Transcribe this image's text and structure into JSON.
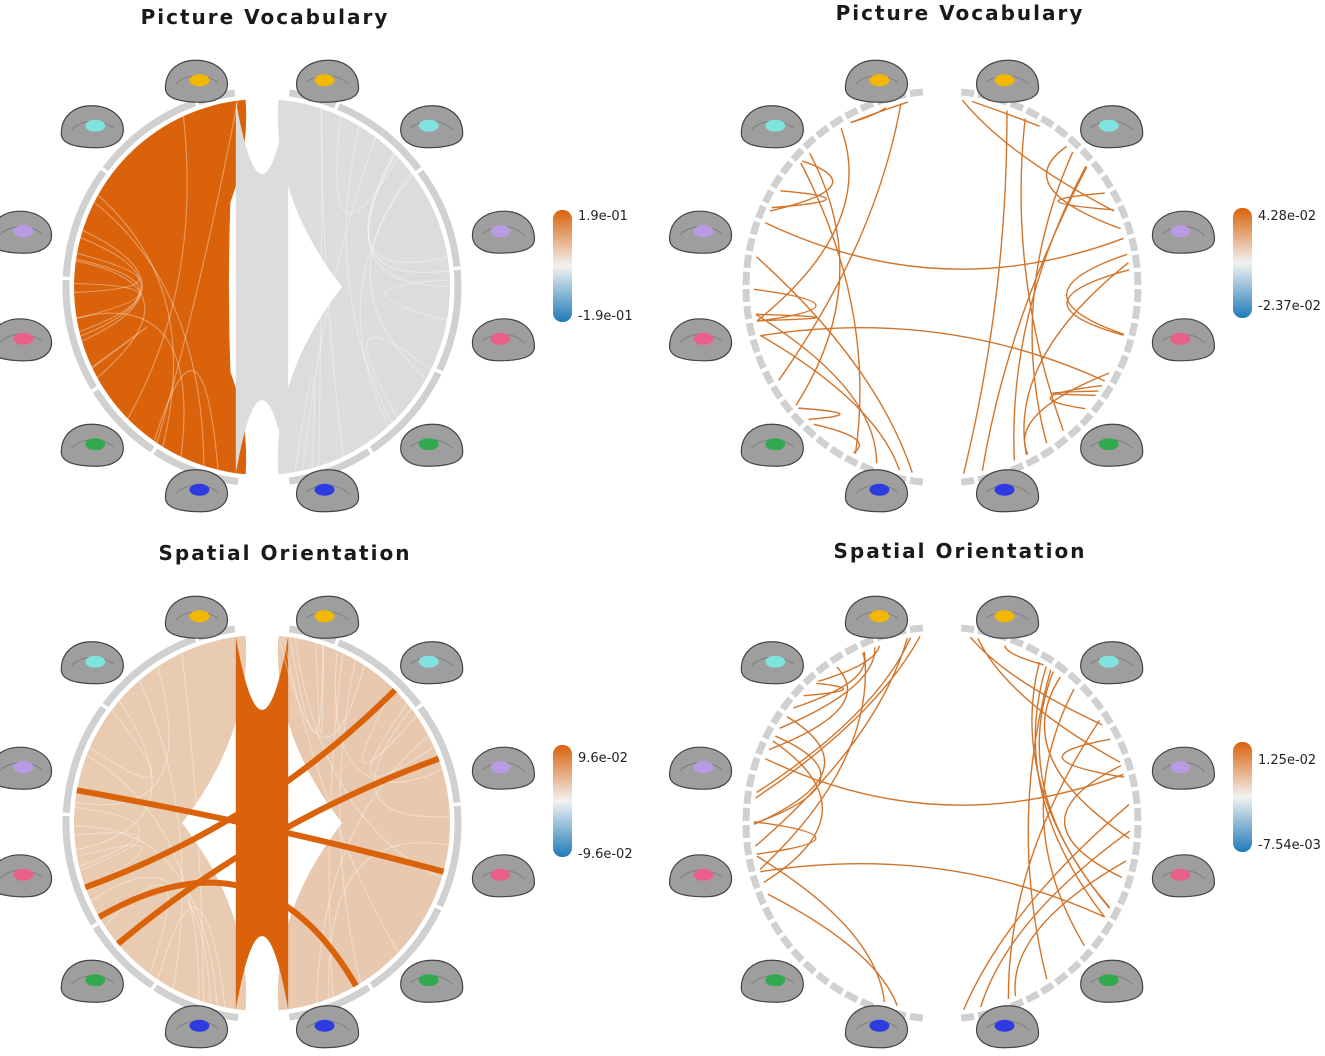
{
  "panels": [
    {
      "title": "Picture Vocabulary",
      "style": "band",
      "side": "left",
      "colorbar": {
        "max_label": "1.9e-01",
        "min_label": "-1.9e-01"
      }
    },
    {
      "title": "Picture Vocabulary",
      "style": "lines",
      "colorbar": {
        "max_label": "4.28e-02",
        "min_label": "-2.37e-02"
      }
    },
    {
      "title": "Spatial Orientation",
      "style": "band",
      "side": "both",
      "colorbar": {
        "max_label": "9.6e-02",
        "min_label": "-9.6e-02"
      }
    },
    {
      "title": "Spatial Orientation",
      "style": "lines",
      "colorbar": {
        "max_label": "1.25e-02",
        "min_label": "-7.54e-03"
      }
    }
  ],
  "brain_icons": [
    "brain-yellow-region-icon",
    "brain-cyan-region-icon",
    "brain-purple-medial-icon",
    "brain-pink-occipital-icon",
    "brain-green-red-parietal-icon",
    "brain-blue-frontal-icon"
  ],
  "colors": {
    "positive": "#d9620a",
    "negative": "#1f7ab8",
    "neutral": "#cfcfcf",
    "line": "#d2742a",
    "ring": "#d0d0d0"
  }
}
